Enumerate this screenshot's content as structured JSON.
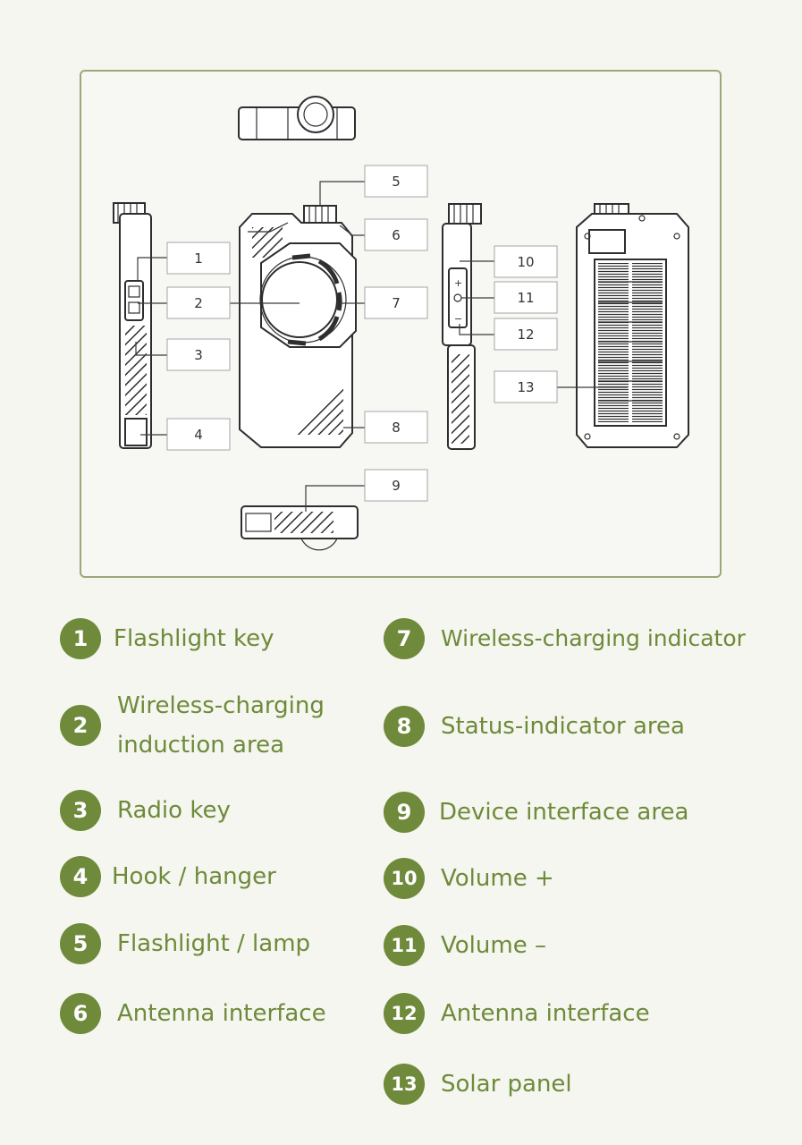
{
  "diagram": {
    "callouts": [
      "5",
      "6",
      "1",
      "2",
      "7",
      "3",
      "4",
      "8",
      "9",
      "10",
      "11",
      "12",
      "13"
    ]
  },
  "legend": [
    {
      "num": "1",
      "label": "Flashlight key"
    },
    {
      "num": "2",
      "label": "Wireless-charging induction area"
    },
    {
      "num": "3",
      "label": "Radio key"
    },
    {
      "num": "4",
      "label": "Hook / hanger"
    },
    {
      "num": "5",
      "label": "Flashlight / lamp"
    },
    {
      "num": "6",
      "label": "Antenna interface"
    },
    {
      "num": "7",
      "label": "Wireless-charging indicator"
    },
    {
      "num": "8",
      "label": "Status-indicator area"
    },
    {
      "num": "9",
      "label": "Device interface area"
    },
    {
      "num": "10",
      "label": "Volume +"
    },
    {
      "num": "11",
      "label": "Volume –"
    },
    {
      "num": "12",
      "label": "Antenna interface"
    },
    {
      "num": "13",
      "label": "Solar panel"
    }
  ],
  "colors": {
    "accent": "#6e8a3a",
    "border": "#9aa87a",
    "background": "#f4f6ef"
  }
}
